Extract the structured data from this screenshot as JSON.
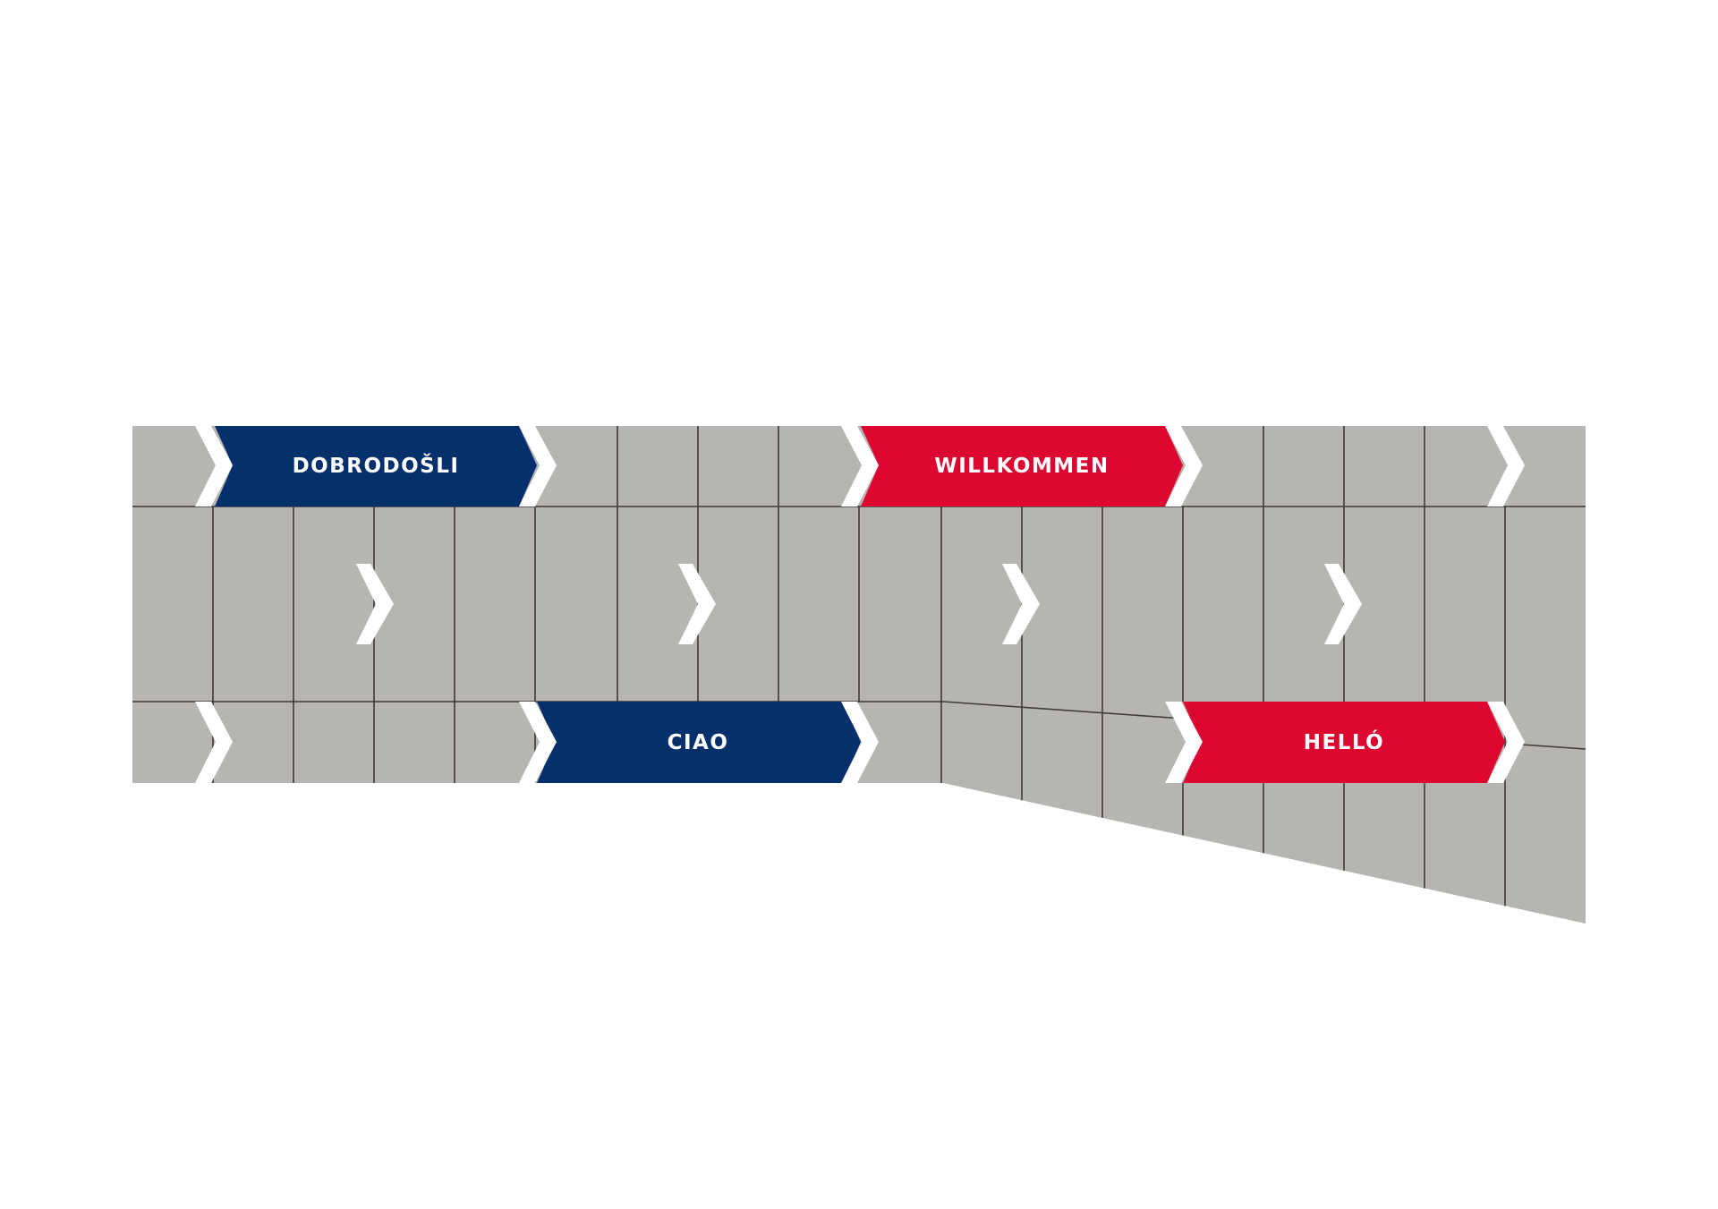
{
  "palette": {
    "background": "#ffffff",
    "panel": "#b6b5b1",
    "grid_line": "#3d3a38",
    "chevron": "#ffffff",
    "blue": "#05306b",
    "red": "#dc0631",
    "label_text": "#ffffff"
  },
  "banners": [
    {
      "text": "DOBRODOŠLI",
      "color": "blue",
      "icon": "chevron-right-icon"
    },
    {
      "text": "WILLKOMMEN",
      "color": "red",
      "icon": "chevron-right-icon"
    },
    {
      "text": "CIAO",
      "color": "blue",
      "icon": "chevron-right-icon"
    },
    {
      "text": "HELLÓ",
      "color": "red",
      "icon": "chevron-right-icon"
    }
  ]
}
